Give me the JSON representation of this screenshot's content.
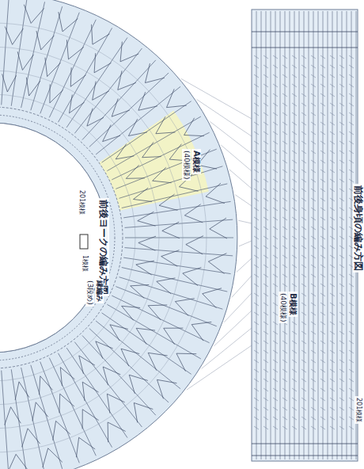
{
  "diagram": {
    "labels": [
      "前後ヨークの編み方図",
      "前後身頃の編み方図",
      "A模様",
      "(40模様)",
      "B模様",
      "(40模様)",
      "縁編み",
      "(3段め)",
      "201模様",
      "201模様",
      "1模様"
    ]
  }
}
